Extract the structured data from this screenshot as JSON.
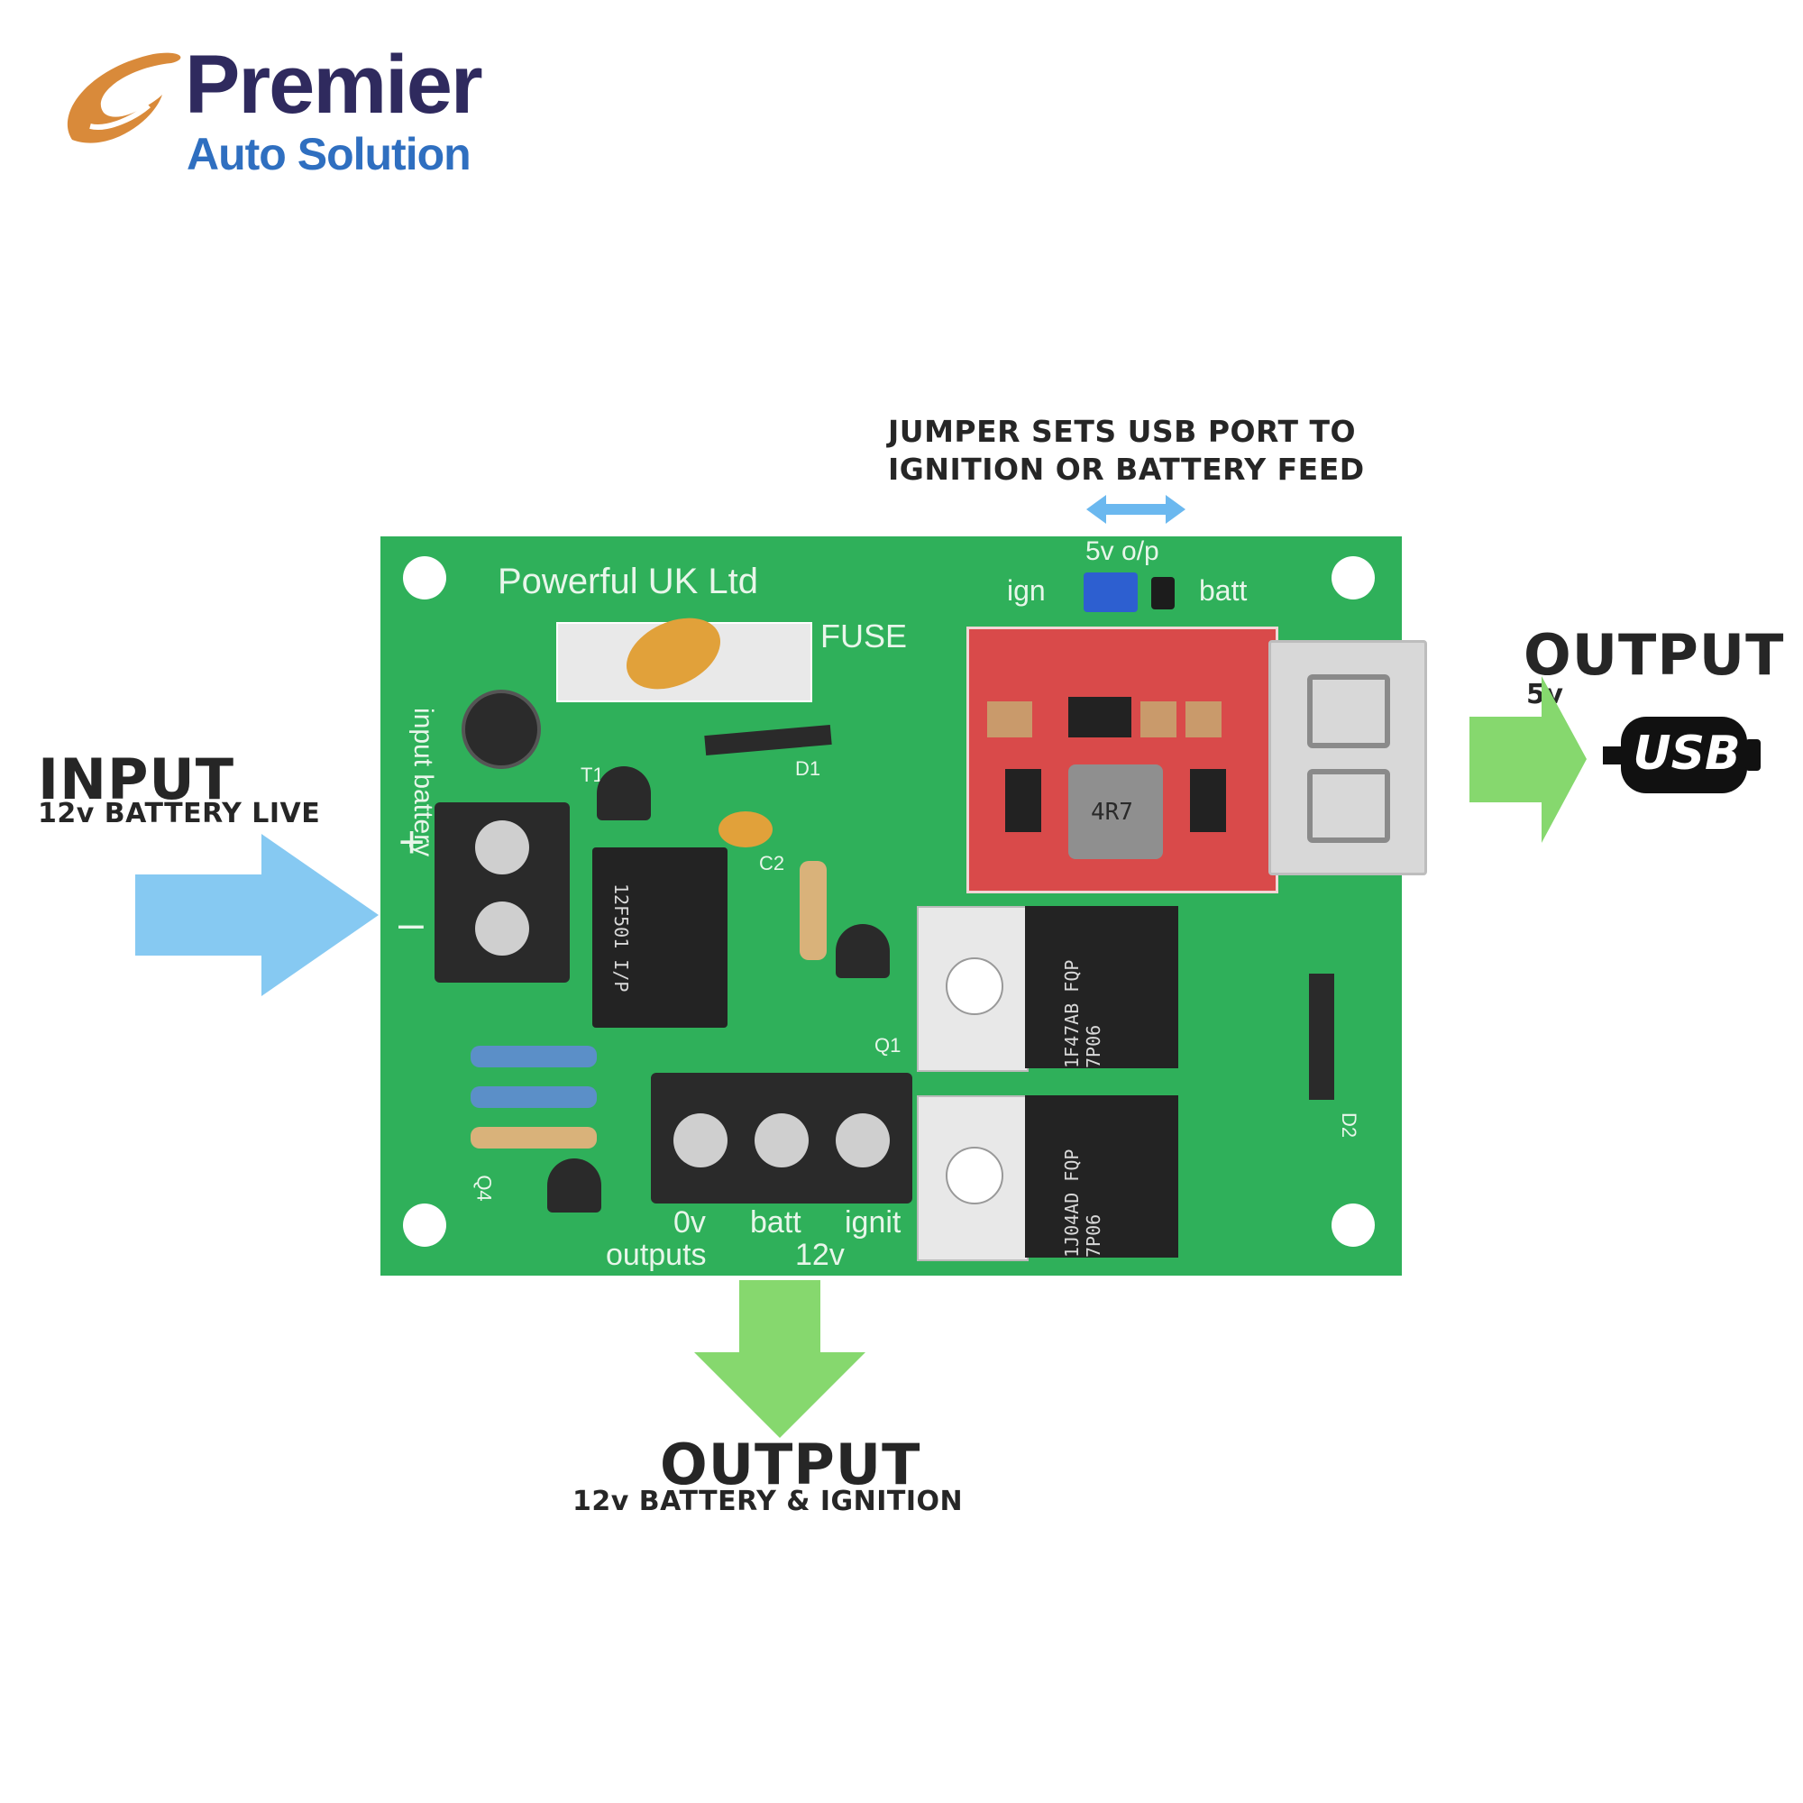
{
  "brand": {
    "name": "Premier",
    "tagline": "Auto Solution",
    "colors": {
      "primary": "#2f2a5e",
      "secondary": "#2f6fc0",
      "accent": "#d98a3a"
    }
  },
  "callouts": {
    "jumper_line1": "JUMPER SETS USB PORT TO",
    "jumper_line2": "IGNITION OR BATTERY FEED",
    "input_title": "INPUT",
    "input_sub": "12v BATTERY LIVE",
    "usb_title": "OUTPUT",
    "usb_sub": "5v",
    "usb_badge": "USB",
    "bottom_title": "OUTPUT",
    "bottom_sub": "12v BATTERY & IGNITION"
  },
  "board": {
    "maker": "Powerful UK Ltd",
    "fuse": "FUSE",
    "jumper_label": "5v o/p",
    "jumper_left": "ign",
    "jumper_right": "batt",
    "input_label_1": "input",
    "input_label_2": "battery",
    "plus": "+",
    "minus": "–",
    "out_0v": "0v",
    "out_batt": "batt",
    "out_ignit": "ignit",
    "out_outputs": "outputs",
    "out_12v": "12v",
    "ref_d1": "D1",
    "ref_d2": "D2",
    "ref_c2": "C2",
    "ref_t1": "T1",
    "ref_q1": "Q1",
    "ref_q4": "Q4",
    "inductor": "4R7",
    "ic_text": "12F501 I/P",
    "fet1_text": "1F47AB FQP 7P06",
    "fet2_text": "1J04AD FQP 7P06"
  },
  "colors": {
    "pcb": "#2fb05a",
    "input_arrow": "#86c9f2",
    "output_arrow": "#86d86e",
    "usb_module": "#d94a4a"
  }
}
